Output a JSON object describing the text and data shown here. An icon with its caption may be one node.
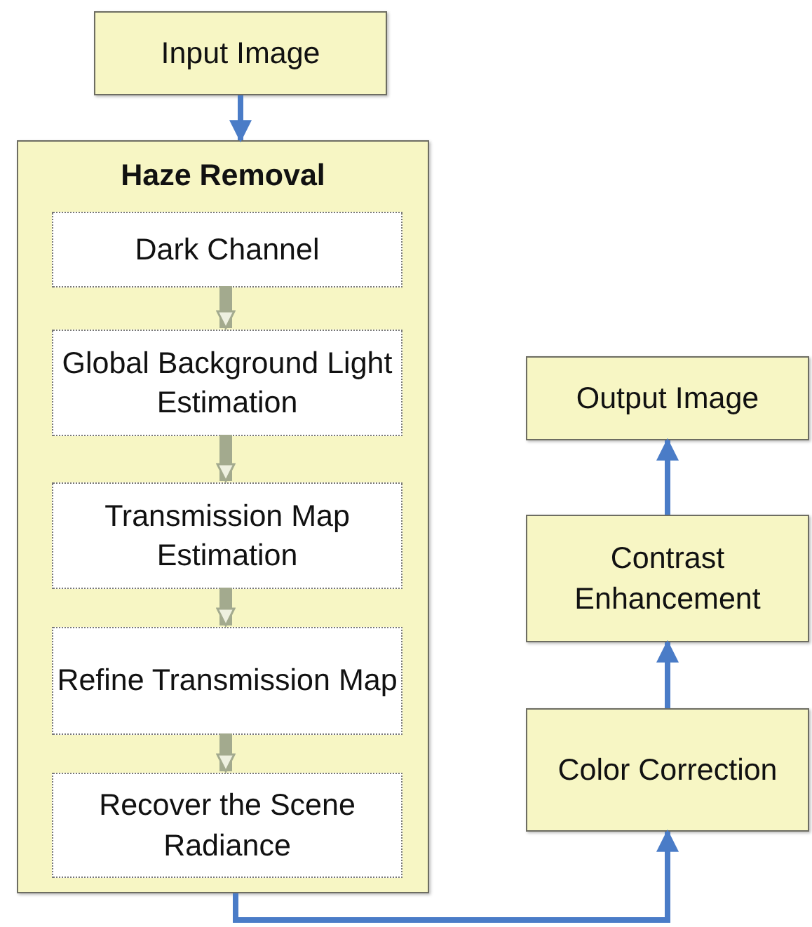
{
  "diagram": {
    "nodes": [
      {
        "text": [
          "Input Image"
        ]
      },
      {
        "text": [
          "Haze Removal"
        ]
      },
      {
        "text": [
          "Dark Channel"
        ],
        "in": 1
      },
      {
        "text": [
          "Global Background Light Estimation"
        ],
        "in": 1
      },
      {
        "text": [
          "Transmission Map Estimation"
        ],
        "in": 1
      },
      {
        "text": [
          "Refine Transmission Map"
        ],
        "in": 1
      },
      {
        "text": [
          "Recover the Scene Radiance"
        ],
        "in": 1
      },
      {
        "text": [
          "Output Image"
        ]
      },
      {
        "text": [
          "Contrast Enhancement"
        ]
      },
      {
        "text": [
          "Color Correction"
        ]
      }
    ],
    "edges": [
      {
        "from": 0,
        "to": 1,
        "arrow": "to"
      },
      {
        "from": 2,
        "to": 3,
        "arrow": "to",
        "style": "thick",
        "color": "#a3aa8e"
      },
      {
        "from": 3,
        "to": 4,
        "arrow": "to",
        "style": "thick",
        "color": "#a3aa8e"
      },
      {
        "from": 4,
        "to": 5,
        "arrow": "to",
        "style": "thick",
        "color": "#a3aa8e"
      },
      {
        "from": 5,
        "to": 6,
        "arrow": "to",
        "style": "thick",
        "color": "#a3aa8e"
      },
      {
        "from": 1,
        "to": 9,
        "arrow": "to"
      },
      {
        "from": 9,
        "to": 8,
        "arrow": "to"
      },
      {
        "from": 8,
        "to": 7,
        "arrow": "to"
      }
    ]
  }
}
